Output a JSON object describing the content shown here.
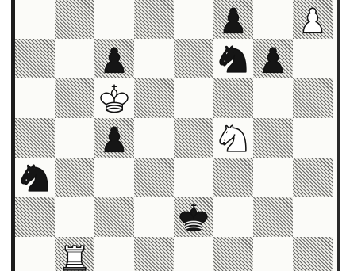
{
  "board": {
    "files": [
      "a",
      "b",
      "c",
      "d",
      "e",
      "f",
      "g",
      "h"
    ],
    "ranks_visible": [
      8,
      7,
      6,
      5,
      4,
      3,
      2
    ],
    "pieces": [
      {
        "square": "f8",
        "color": "black",
        "type": "pawn",
        "icon": "black-pawn-icon"
      },
      {
        "square": "h8",
        "color": "white",
        "type": "pawn",
        "icon": "white-pawn-icon"
      },
      {
        "square": "c7",
        "color": "black",
        "type": "pawn",
        "icon": "black-pawn-icon"
      },
      {
        "square": "f7",
        "color": "black",
        "type": "knight",
        "icon": "black-knight-icon"
      },
      {
        "square": "g7",
        "color": "black",
        "type": "pawn",
        "icon": "black-pawn-icon"
      },
      {
        "square": "c6",
        "color": "white",
        "type": "king",
        "icon": "white-king-icon"
      },
      {
        "square": "c5",
        "color": "black",
        "type": "pawn",
        "icon": "black-pawn-icon"
      },
      {
        "square": "f5",
        "color": "white",
        "type": "knight",
        "icon": "white-knight-icon"
      },
      {
        "square": "a4",
        "color": "black",
        "type": "knight",
        "icon": "black-knight-icon"
      },
      {
        "square": "e3",
        "color": "black",
        "type": "king",
        "icon": "black-king-icon"
      },
      {
        "square": "b2",
        "color": "white",
        "type": "rook",
        "icon": "white-rook-icon"
      }
    ]
  },
  "colors": {
    "light_square": "#fbfbf8",
    "dark_square_hatch": "#3c3c3c",
    "white_piece_fill": "#ffffff",
    "black_piece_fill": "#151515",
    "piece_outline": "#111111",
    "border": "#1c1c1c"
  }
}
